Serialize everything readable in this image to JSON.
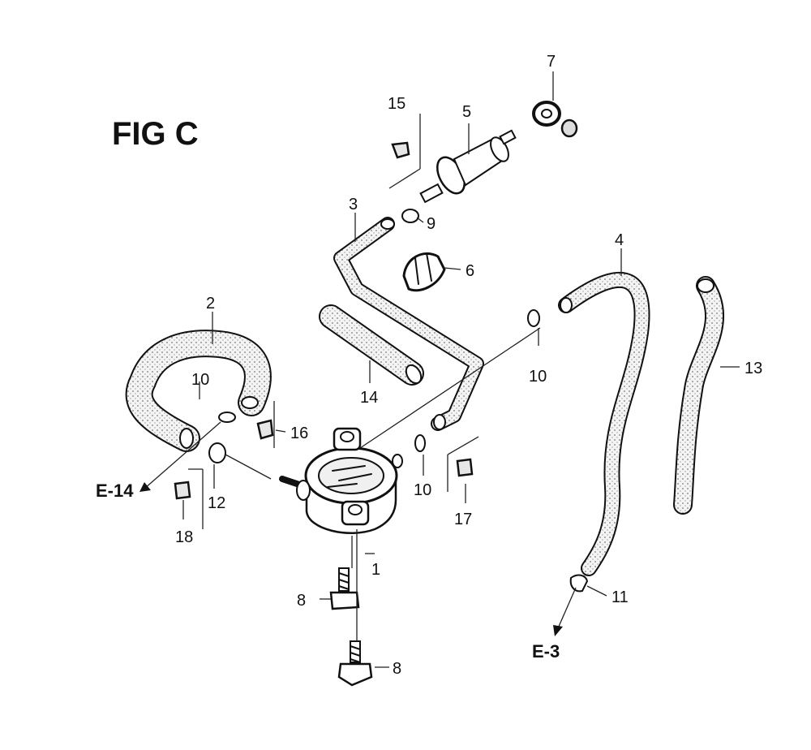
{
  "figure": {
    "title": "FIG C",
    "refs": {
      "e14": "E-14",
      "e3": "E-3"
    },
    "callouts": {
      "c1": "1",
      "c2": "2",
      "c3": "3",
      "c4": "4",
      "c5": "5",
      "c6": "6",
      "c7": "7",
      "c8a": "8",
      "c8b": "8",
      "c9": "9",
      "c10a": "10",
      "c10b": "10",
      "c10c": "10",
      "c11": "11",
      "c12": "12",
      "c13": "13",
      "c14": "14",
      "c15": "15",
      "c16": "16",
      "c17": "17",
      "c18": "18"
    }
  }
}
